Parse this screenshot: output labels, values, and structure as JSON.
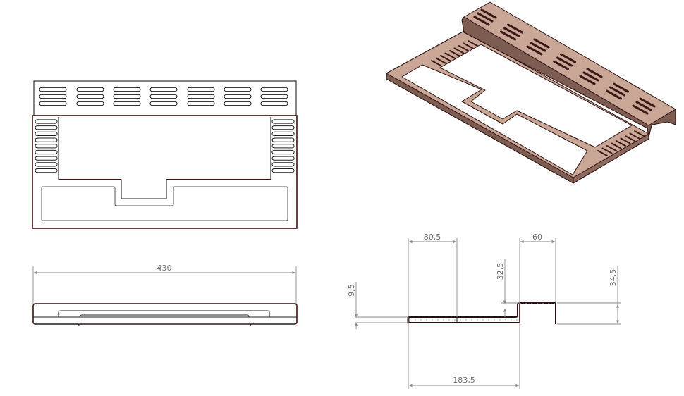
{
  "drawing": {
    "views": [
      "top-view",
      "front-view",
      "section-view",
      "isometric-view"
    ],
    "colors": {
      "part_fill": "#c9a696",
      "part_shade": "#7d5c52",
      "outline": "#3c1212",
      "dimension": "#8a8a8a"
    },
    "dimensions": {
      "overall_width": "430",
      "section_left_width": "80,5",
      "section_flange_width": "60",
      "section_step_height": "32,5",
      "section_flange_height": "34,5",
      "section_plate_thickness": "9,5",
      "section_base_length": "183,5"
    }
  }
}
